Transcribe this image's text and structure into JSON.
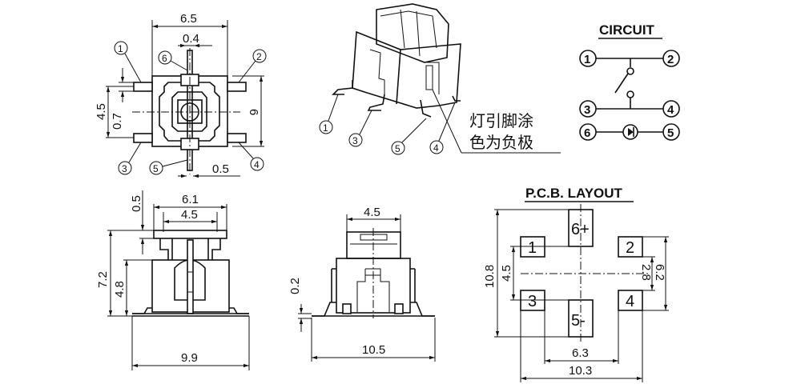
{
  "top_view": {
    "dim_width": "6.5",
    "dim_led_pin": "0.4",
    "dim_pin_spacing": "4.5",
    "dim_pin_width": "0.7",
    "dim_height": "6",
    "dim_led_gap": "0.5",
    "pin_labels": [
      "1",
      "2",
      "3",
      "4",
      "5",
      "6"
    ]
  },
  "iso_view": {
    "pin_labels": [
      "1",
      "3",
      "5",
      "4"
    ],
    "note_line1": "灯引脚涂",
    "note_line2": "色为负极"
  },
  "circuit": {
    "title": "CIRCUIT",
    "pins": [
      "1",
      "2",
      "3",
      "4",
      "6",
      "5"
    ]
  },
  "front_view": {
    "dim_top_width": "6.1",
    "dim_inner_width": "4.5",
    "dim_cap": "0.5",
    "dim_total_height": "7.2",
    "dim_body_height": "4.8",
    "dim_base_width": "9.9"
  },
  "side_view": {
    "dim_top_width": "4.5",
    "dim_lead_thickness": "0.2",
    "dim_total_width": "10.5"
  },
  "pcb_layout": {
    "title": "P.C.B. LAYOUT",
    "pads": [
      "1",
      "2",
      "3",
      "4",
      "6+",
      "5-"
    ],
    "dim_total_height": "10.8",
    "dim_pad_spacing_left": "4.5",
    "dim_pad_gap": "2.8",
    "dim_pad_outer": "6.2",
    "dim_inner_width": "6.3",
    "dim_total_width": "10.3"
  }
}
